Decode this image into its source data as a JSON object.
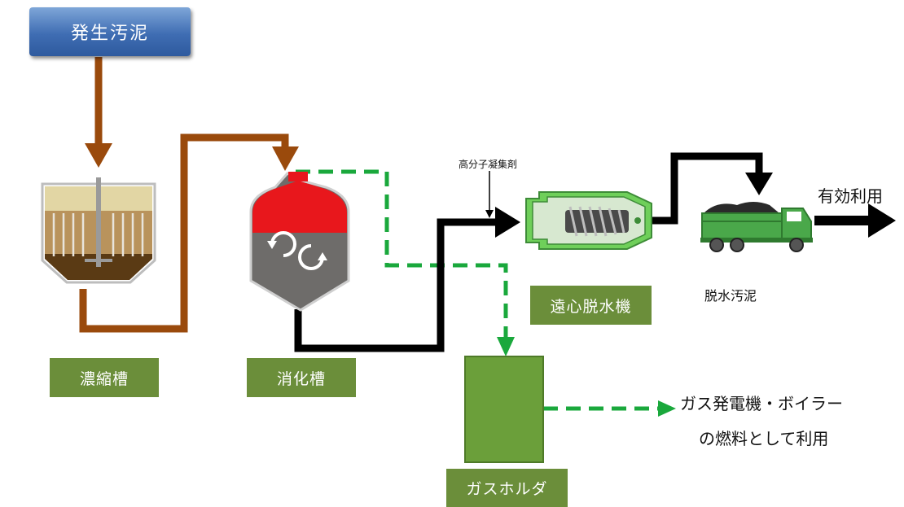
{
  "source_label": "発生汚泥",
  "labels": {
    "thickener": "濃縮槽",
    "digester": "消化槽",
    "dewatering_machine": "遠心脱水機",
    "gas_holder": "ガスホルダ",
    "polymer": "高分子凝集剤",
    "dewatered_sludge": "脱水汚泥",
    "effective_use": "有効利用",
    "gas_use_line1": "ガス発電機・ボイラー",
    "gas_use_line2": "の燃料として利用"
  },
  "colors": {
    "sludge_flow": "#9a4a0c",
    "dewatered_flow": "#000000",
    "gas_flow": "#1aa83c",
    "label_box": "#6b8e3a",
    "source_box": "#3f6db3",
    "digester_top": "#e8171c",
    "digester_body": "#6e6c6a"
  }
}
